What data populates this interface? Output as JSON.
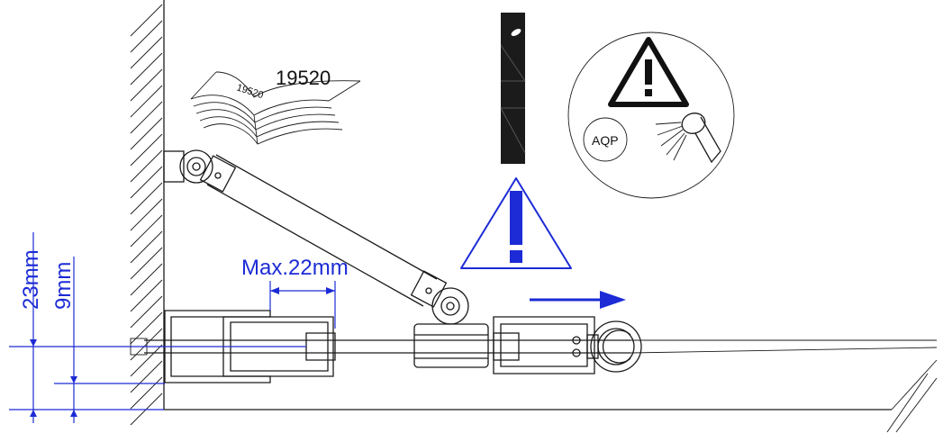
{
  "document": {
    "part_number": "19520",
    "dimensions": {
      "max_gap": "Max.22mm",
      "height_total": "23mm",
      "height_inner": "9mm"
    },
    "warning_circle": {
      "label": "AQP"
    },
    "colors": {
      "dimension_blue": "#1c2bd6",
      "line_black": "#1a1a1a"
    },
    "icons": [
      "manual-book-icon",
      "warning-triangle-icon",
      "caution-exclamation-icon",
      "shower-head-icon",
      "direction-arrow-icon"
    ]
  }
}
